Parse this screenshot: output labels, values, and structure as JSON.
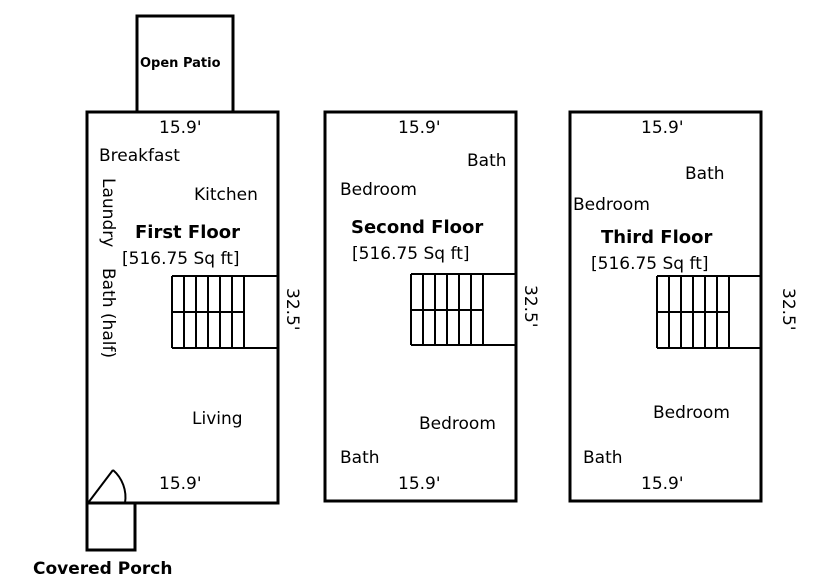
{
  "patio_label": "Open Patio",
  "porch_label": "Covered Porch",
  "floors": [
    {
      "title": "First Floor",
      "area": "[516.75 Sq ft]",
      "width_top": "15.9'",
      "width_bottom": "15.9'",
      "depth": "32.5'",
      "rooms": [
        "Breakfast",
        "Kitchen",
        "Laundry",
        "Bath (half)",
        "Living"
      ]
    },
    {
      "title": "Second Floor",
      "area": "[516.75 Sq ft]",
      "width_top": "15.9'",
      "width_bottom": "15.9'",
      "depth": "32.5'",
      "rooms": [
        "Bath",
        "Bedroom",
        "Bedroom",
        "Bath"
      ]
    },
    {
      "title": "Third Floor",
      "area": "[516.75 Sq ft]",
      "width_top": "15.9'",
      "width_bottom": "15.9'",
      "depth": "32.5'",
      "rooms": [
        "Bath",
        "Bedroom",
        "Bedroom",
        "Bath"
      ]
    }
  ]
}
